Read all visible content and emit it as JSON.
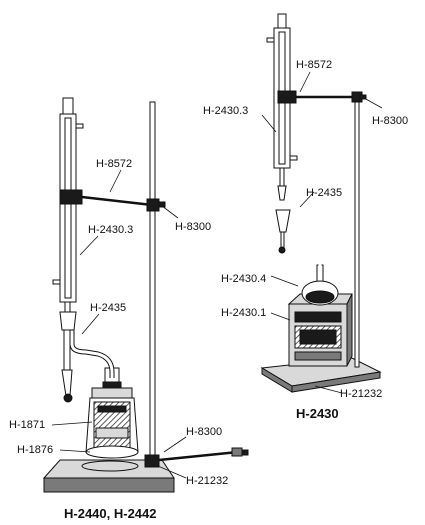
{
  "labels": {
    "h8572_right": "H-8572",
    "h2430_3_right": "H-2430.3",
    "h8300_right": "H-8300",
    "h2435_right": "H-2435",
    "h2430_4": "H-2430.4",
    "h2430_1": "H-2430.1",
    "h21232_right": "H-21232",
    "h8572_left": "H-8572",
    "h2430_3_left": "H-2430.3",
    "h8300_left_clamp": "H-8300",
    "h2435_left": "H-2435",
    "h1871": "H-1871",
    "h1876": "H-1876",
    "h8300_left_base": "H-8300",
    "h21232_left": "H-21232"
  },
  "titles": {
    "right_apparatus": "H-2430",
    "left_apparatus": "H-2440, H-2442"
  }
}
